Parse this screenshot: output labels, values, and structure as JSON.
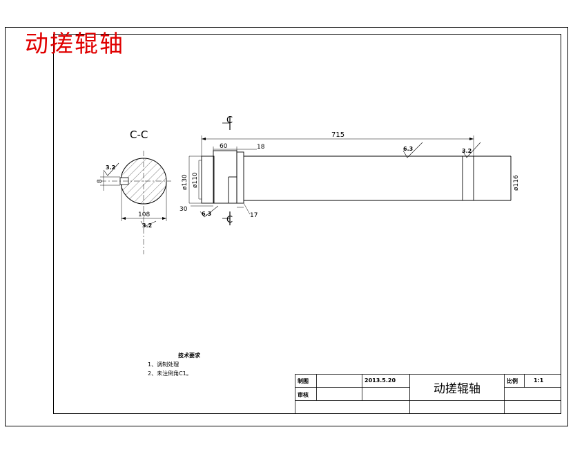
{
  "drawing_title": "动搓辊轴",
  "section": {
    "label": "C-C",
    "section_letter": "C",
    "dim_keyway": "8",
    "dim_depth": "108",
    "finish_keyway": "3.2",
    "finish_bottom": "3.2"
  },
  "shaft": {
    "dim_overall": "715",
    "dim_60": "60",
    "dim_18": "18",
    "dim_30": "30",
    "dim_17": "17",
    "dia_130": "ø130",
    "dia_110": "ø110",
    "dia_116": "ø116",
    "finish_body": "6.3",
    "finish_end": "3.2",
    "finish_left": "6.3"
  },
  "notes": {
    "title": "技术要求",
    "line1": "1、调制处理",
    "line2": "2、未注倒角C1。"
  },
  "title_block": {
    "label_drawn": "制图",
    "label_checked": "审核",
    "date": "2013.5.20",
    "name": "动搓辊轴",
    "label_scale": "比例",
    "scale": "1:1"
  },
  "colors": {
    "title_red": "#e00000",
    "line": "#000000"
  }
}
